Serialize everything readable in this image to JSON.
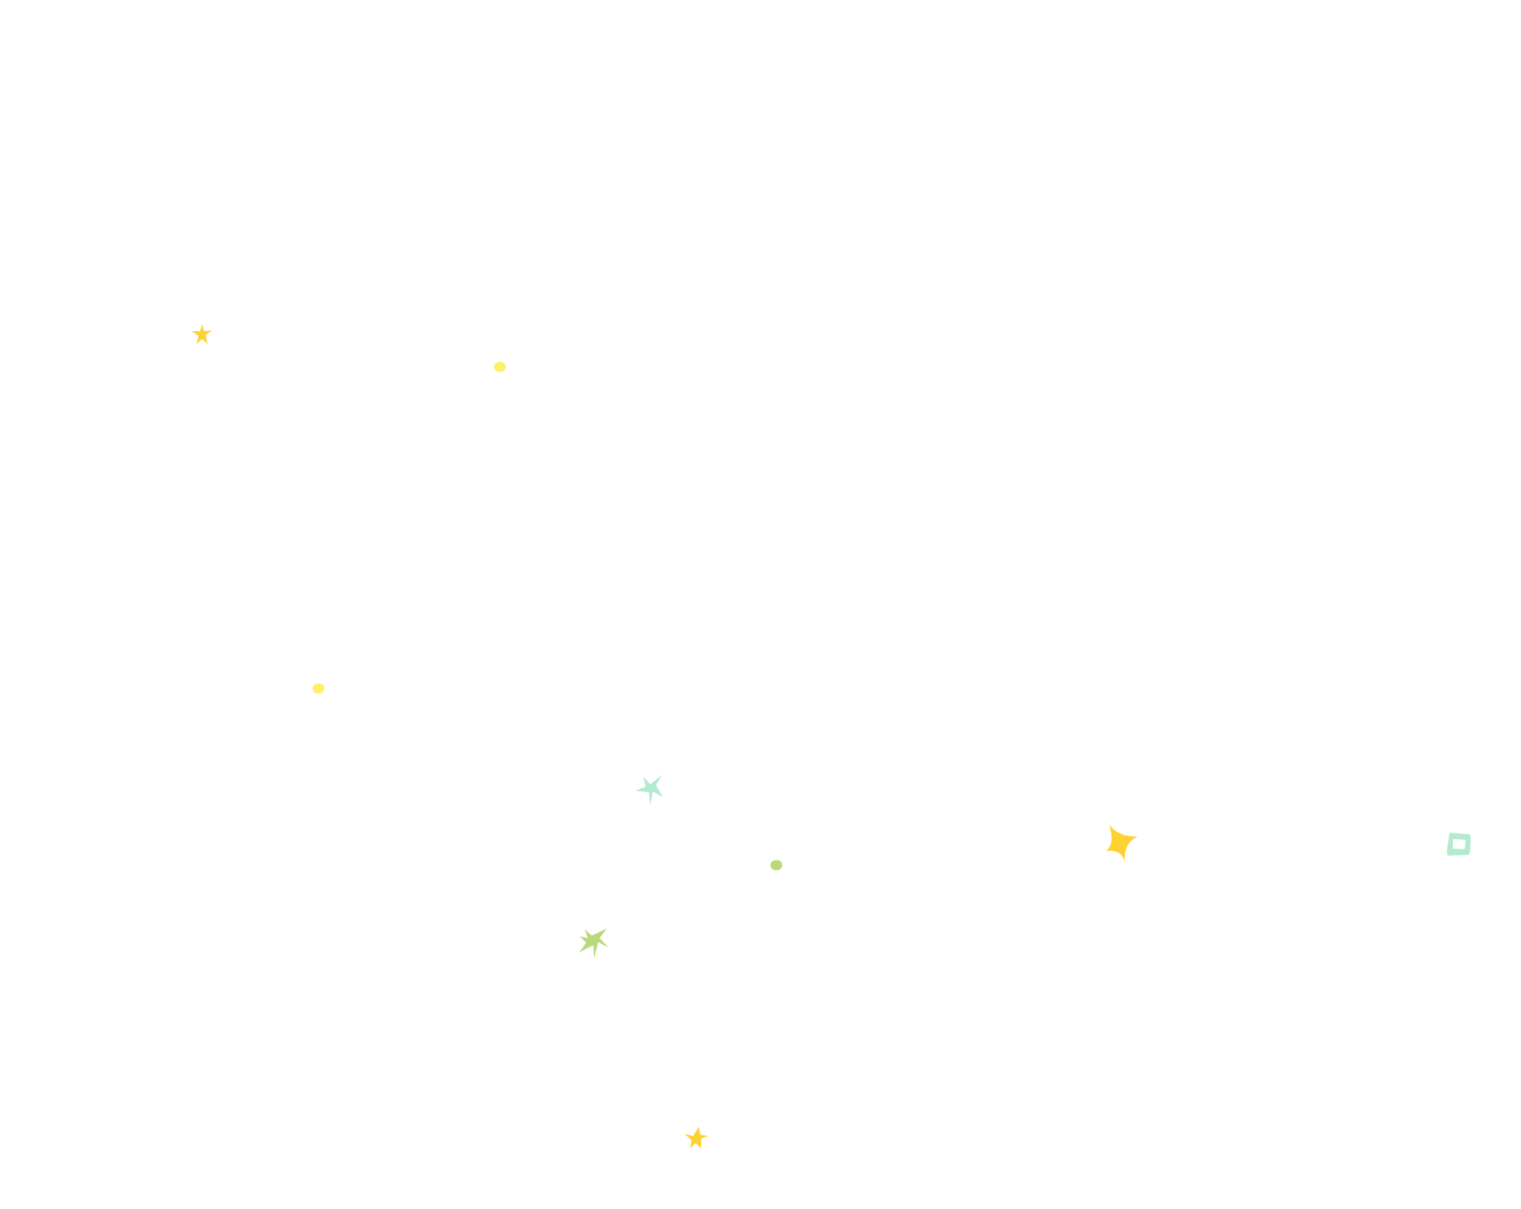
{
  "palette": {
    "background": "#ffffff",
    "yellow": "#ffd233",
    "light_yellow": "#fff06a",
    "green": "#b9d97a",
    "teal": "#b3ead0"
  },
  "decorations": [
    {
      "shape": "star",
      "color": "yellow"
    },
    {
      "shape": "dot",
      "color": "light_yellow"
    },
    {
      "shape": "dot",
      "color": "light_yellow"
    },
    {
      "shape": "star",
      "color": "teal"
    },
    {
      "shape": "dot",
      "color": "green"
    },
    {
      "shape": "sparkle",
      "color": "yellow"
    },
    {
      "shape": "square-outline",
      "color": "teal"
    },
    {
      "shape": "star",
      "color": "green"
    },
    {
      "shape": "star",
      "color": "yellow"
    }
  ]
}
